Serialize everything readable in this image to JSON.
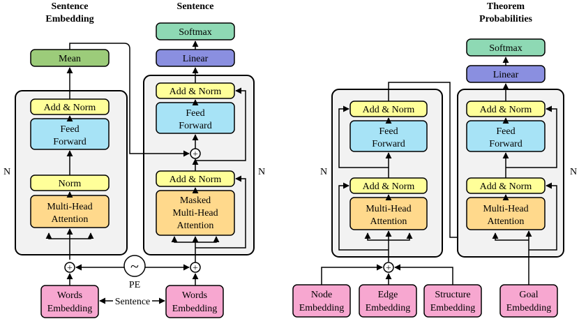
{
  "left": {
    "title_line1": "Sentence",
    "title_line2": "Embedding",
    "encoder": {
      "mean": "Mean",
      "addnorm": "Add & Norm",
      "ff_line1": "Feed",
      "ff_line2": "Forward",
      "norm": "Norm",
      "mha_line1": "Multi-Head",
      "mha_line2": "Attention",
      "n": "N"
    },
    "decoder": {
      "title": "Sentence",
      "softmax": "Softmax",
      "linear": "Linear",
      "addnorm_top": "Add & Norm",
      "ff_line1": "Feed",
      "ff_line2": "Forward",
      "addnorm_bottom": "Add & Norm",
      "mmha_line1": "Masked",
      "mmha_line2": "Multi-Head",
      "mmha_line3": "Attention",
      "n": "N"
    },
    "pe_label": "PE",
    "sentence_label": "Sentence",
    "words_embedding_left_line1": "Words",
    "words_embedding_left_line2": "Embedding",
    "words_embedding_right_line1": "Words",
    "words_embedding_right_line2": "Embedding"
  },
  "right": {
    "title_line1": "Theorem",
    "title_line2": "Probabilities",
    "softmax": "Softmax",
    "linear": "Linear",
    "encoder": {
      "addnorm_top": "Add & Norm",
      "ff_line1": "Feed",
      "ff_line2": "Forward",
      "addnorm_bottom": "Add & Norm",
      "mha_line1": "Multi-Head",
      "mha_line2": "Attention",
      "n": "N"
    },
    "decoder": {
      "addnorm_top": "Add & Norm",
      "ff_line1": "Feed",
      "ff_line2": "Forward",
      "addnorm_bottom": "Add & Norm",
      "mha_line1": "Multi-Head",
      "mha_line2": "Attention",
      "n": "N"
    },
    "node_line1": "Node",
    "node_line2": "Embedding",
    "edge_line1": "Edge",
    "edge_line2": "Embedding",
    "structure_line1": "Structure",
    "structure_line2": "Embedding",
    "goal_line1": "Goal",
    "goal_line2": "Embedding"
  },
  "colors": {
    "panel": "#f2f2f2",
    "addnorm": "#ffff99",
    "feedforward": "#a7e3f6",
    "attention": "#ffd98c",
    "softmax": "#8ed9b4",
    "linear": "#8a8fe0",
    "mean": "#9ccc7a",
    "embedding": "#f7a7d0"
  }
}
